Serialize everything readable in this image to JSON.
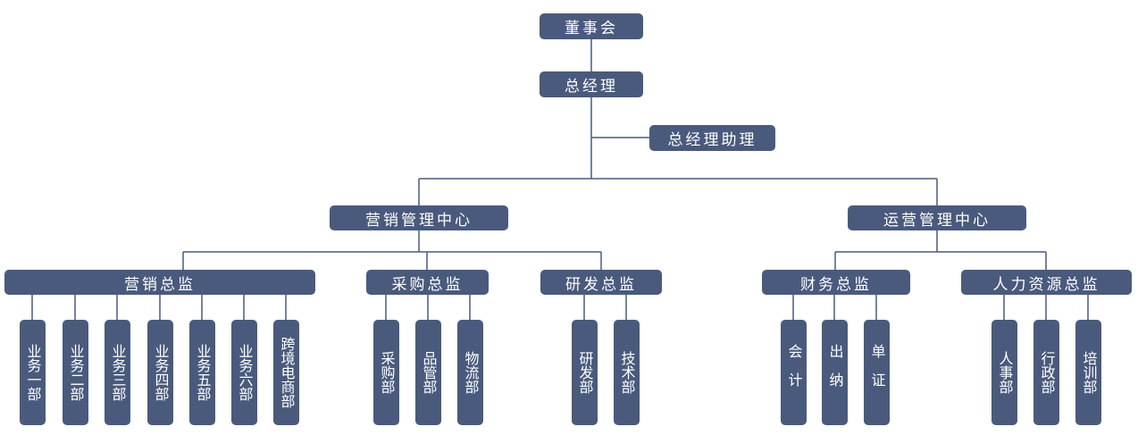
{
  "board": "董事会",
  "gm": "总经理",
  "gm_assistant": "总经理助理",
  "centers": {
    "marketing": "营销管理中心",
    "operations": "运营管理中心"
  },
  "directors": {
    "sales": "营销总监",
    "purchase": "采购总监",
    "rnd": "研发总监",
    "finance": "财务总监",
    "hr": "人力资源总监"
  },
  "departments": {
    "sales": [
      "业务一部",
      "业务二部",
      "业务三部",
      "业务四部",
      "业务五部",
      "业务六部",
      "跨境电商部"
    ],
    "purchase": [
      "采购部",
      "品管部",
      "物流部"
    ],
    "rnd": [
      "研发部",
      "技术部"
    ],
    "finance": [
      "会计",
      "出纳",
      "单证"
    ],
    "hr": [
      "人事部",
      "行政部",
      "培训部"
    ]
  },
  "colors": {
    "box": "#495a7c",
    "line": "#495a7c",
    "text": "#ffffff"
  }
}
